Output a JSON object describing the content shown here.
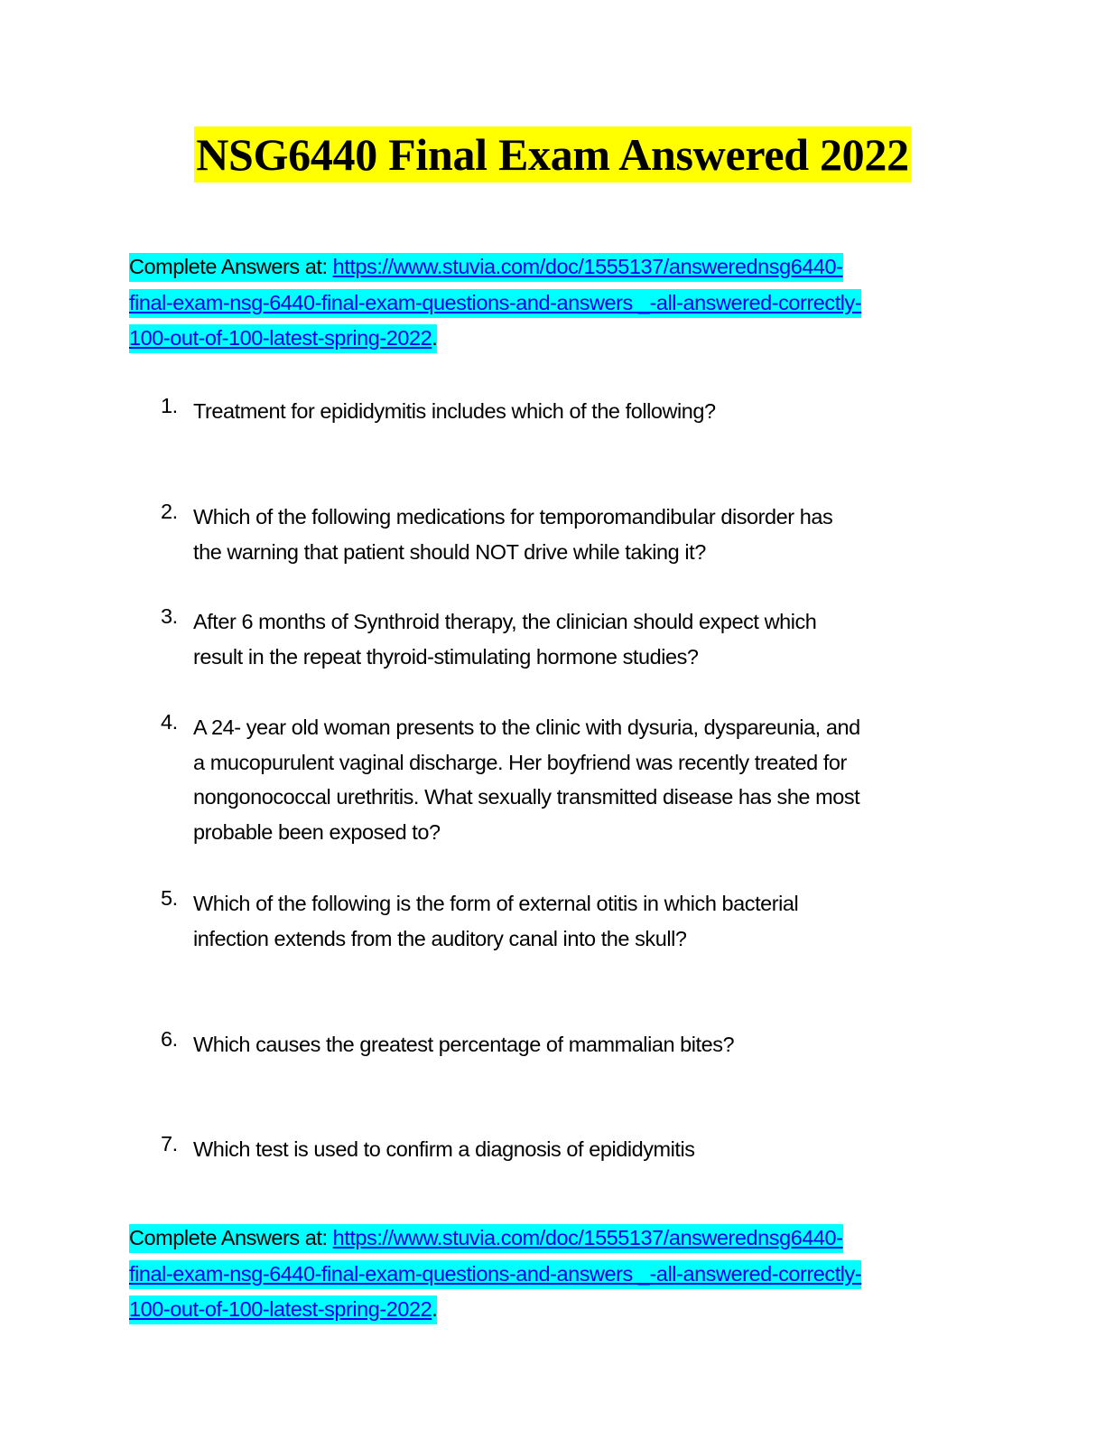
{
  "document": {
    "title": "NSG6440 Final Exam Answered 2022",
    "title_highlight_color": "#ffff00",
    "promo_highlight_color": "#00ffff",
    "link_color": "#0000ee"
  },
  "promo_top": {
    "label": "Complete Answers at: ",
    "link_lines": [
      "https://www.stuvia.com/doc/1555137/answerednsg6440-",
      "final-exam-nsg-6440-final-exam-questions-and-answers _-all-answered-correctly-",
      "100-out-of-100-latest-spring-2022"
    ],
    "trailing": "."
  },
  "questions": [
    {
      "number": "1.",
      "lines": [
        "Treatment for epididymitis includes which of the following?"
      ]
    },
    {
      "number": "2.",
      "lines": [
        "Which of the following medications for temporomandibular disorder has",
        "the warning that patient should NOT drive while taking it?"
      ]
    },
    {
      "number": "3.",
      "lines": [
        "After 6 months of Synthroid therapy, the clinician should expect which",
        "result in the repeat thyroid-stimulating hormone studies?"
      ]
    },
    {
      "number": "4.",
      "lines": [
        "A 24- year old woman presents to the clinic with dysuria, dyspareunia, and",
        "a mucopurulent vaginal discharge. Her boyfriend was recently treated for",
        "nongonococcal urethritis. What sexually transmitted disease has she most",
        "probable been exposed to?"
      ]
    },
    {
      "number": "5.",
      "lines": [
        "Which of the following is the form of external otitis in which bacterial",
        "infection extends from the auditory canal into the skull?"
      ]
    },
    {
      "number": "6.",
      "lines": [
        "Which causes the greatest percentage of mammalian bites?"
      ]
    },
    {
      "number": "7.",
      "lines": [
        "Which test is used to confirm a diagnosis of epididymitis"
      ]
    }
  ],
  "promo_bottom": {
    "label": "Complete Answers at: ",
    "link_lines": [
      "https://www.stuvia.com/doc/1555137/answerednsg6440-",
      "final-exam-nsg-6440-final-exam-questions-and-answers _-all-answered-correctly-",
      "100-out-of-100-latest-spring-2022"
    ],
    "trailing": "."
  }
}
